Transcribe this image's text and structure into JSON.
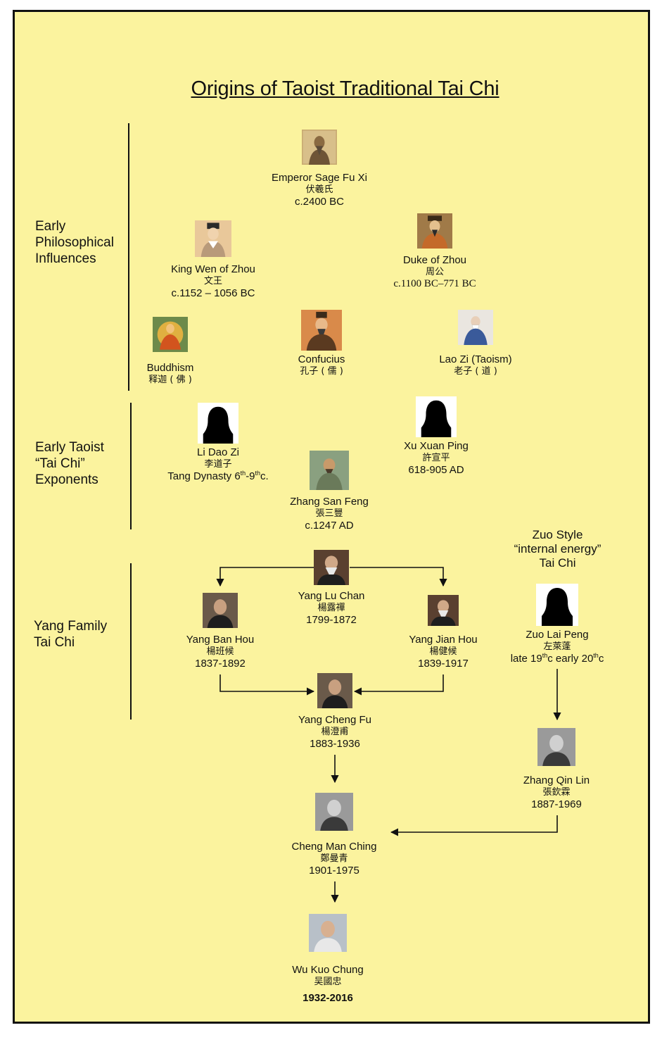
{
  "title": "Origins of Taoist Traditional Tai Chi",
  "sections": [
    {
      "lines": [
        "Early",
        "Philosophical",
        "Influences"
      ]
    },
    {
      "lines": [
        "Early Taoist",
        "“Tai Chi”",
        "Exponents"
      ]
    },
    {
      "lines": [
        "Yang Family",
        "Tai Chi"
      ]
    }
  ],
  "zuo_style_heading": [
    "Zuo Style",
    "“internal energy”",
    "Tai Chi"
  ],
  "people": {
    "fu_xi": {
      "name": "Emperor Sage Fu Xi",
      "chinese": "伏羲氏",
      "dates": "c.2400 BC",
      "portrait": "ancient-sage-portrait"
    },
    "king_wen": {
      "name": "King Wen of Zhou",
      "chinese": "文王",
      "dates": "c.1152 – 1056 BC",
      "portrait": "king-portrait"
    },
    "duke_zhou": {
      "name": "Duke of Zhou",
      "chinese": "周公",
      "dates": "c.1100 BC–771 BC",
      "portrait": "duke-portrait"
    },
    "buddhism": {
      "name": "Buddhism",
      "chinese": "释迦 ( 佛 )",
      "portrait": "buddha-portrait"
    },
    "confucius": {
      "name": "Confucius",
      "chinese": "孔子 ( 儒 )",
      "portrait": "confucius-portrait"
    },
    "lao_zi": {
      "name": "Lao Zi (Taoism)",
      "chinese": "老子 ( 道 )",
      "portrait": "lao-zi-portrait"
    },
    "li_dao_zi": {
      "name": "Li Dao Zi",
      "chinese": "李道子",
      "dates": "Tang Dynasty 6th-9thc.",
      "portrait": "silhouette"
    },
    "xu_xuan_ping": {
      "name": "Xu Xuan Ping",
      "chinese": "許宣平",
      "dates": "618-905 AD",
      "portrait": "silhouette"
    },
    "zhang_san_feng": {
      "name": "Zhang San Feng",
      "chinese": "張三豐",
      "dates": "c.1247 AD",
      "portrait": "zhang-san-feng-portrait"
    },
    "yang_lu_chan": {
      "name": "Yang Lu Chan",
      "chinese": "楊露禪",
      "dates": "1799-1872",
      "portrait": "photo-portrait"
    },
    "yang_ban_hou": {
      "name": "Yang Ban Hou",
      "chinese": "楊班候",
      "dates": "1837-1892",
      "portrait": "photo-portrait"
    },
    "yang_jian_hou": {
      "name": "Yang Jian Hou",
      "chinese": "楊健候",
      "dates": "1839-1917",
      "portrait": "photo-portrait"
    },
    "zuo_lai_peng": {
      "name": "Zuo Lai Peng",
      "chinese": "左萊蓬",
      "dates": "late 19thc early 20thc",
      "portrait": "silhouette"
    },
    "yang_cheng_fu": {
      "name": "Yang Cheng Fu",
      "chinese": "楊澄甫",
      "dates": "1883-1936",
      "portrait": "photo-portrait"
    },
    "zhang_qin_lin": {
      "name": "Zhang Qin Lin",
      "chinese": "張欽霖",
      "dates": "1887-1969",
      "portrait": "photo-portrait"
    },
    "cheng_man_ching": {
      "name": "Cheng Man Ching",
      "chinese": "鄭曼青",
      "dates": "1901-1975",
      "portrait": "photo-portrait"
    },
    "wu_kuo_chung": {
      "name": "Wu Kuo Chung",
      "chinese": "吴國忠",
      "dates": "1932-2016",
      "portrait": "photo-portrait"
    }
  },
  "colors": {
    "background": "#fbf39e",
    "ink": "#111111"
  }
}
